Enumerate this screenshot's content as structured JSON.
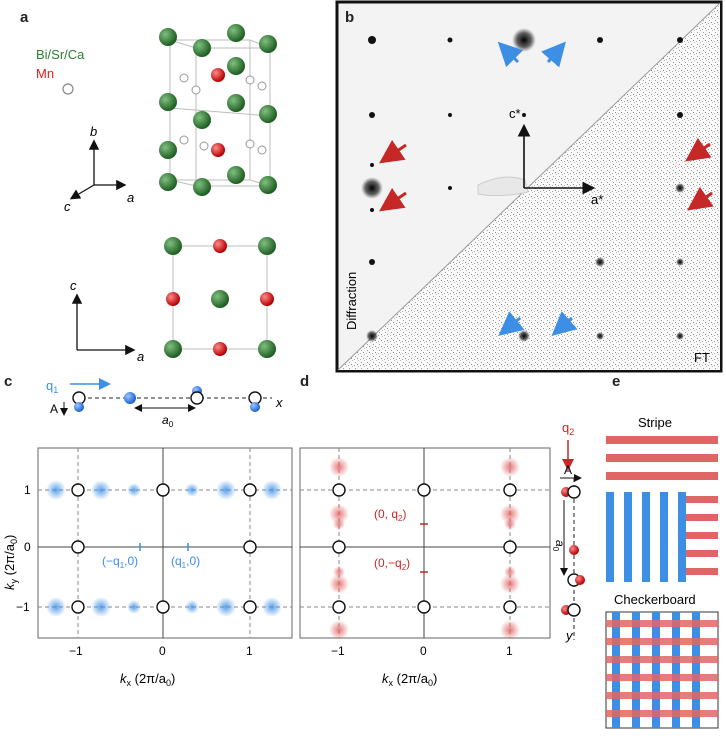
{
  "panels": {
    "a": {
      "label": "a",
      "legend": {
        "green": "Bi/Sr/Ca",
        "red": "Mn"
      },
      "colors": {
        "green": "#2e7d32",
        "red": "#e11d1d",
        "gray": "#9e9e9e"
      },
      "axes_3d": {
        "b": "b",
        "c": "c",
        "a": "a"
      },
      "axes_2d": {
        "c": "c",
        "a": "a"
      }
    },
    "b": {
      "label": "b",
      "axis_c": "c*",
      "axis_a": "a*",
      "diffraction_label": "Diffraction",
      "ft_label": "FT"
    },
    "c": {
      "label": "c",
      "q_label": "q",
      "q_sub": "1",
      "A_label": "A",
      "x_label": "x",
      "a0_label": "a",
      "a0_sub": "0",
      "q1_minus": "(−q",
      "q1_minus_end": ",0)",
      "q1_plus": "(q",
      "q1_plus_end": ",0)",
      "ylabel": "k",
      "ylabel_sub": "y",
      "ylabel_rest": " (2π/a",
      "xlabel": "k",
      "xlabel_sub": "x",
      "xlabel_rest": " (2π/a",
      "yticks": [
        "1",
        "0",
        "−1"
      ],
      "xticks": [
        "−1",
        "0",
        "1"
      ],
      "accent": "#3d8fe6"
    },
    "d": {
      "label": "d",
      "q_label": "q",
      "q_sub": "2",
      "A_label": "A",
      "a0_label": "a",
      "a0_sub": "0",
      "y_label": "y",
      "q2_plus": "(0, q",
      "q2_plus_end": ")",
      "q2_minus": "(0,−q",
      "q2_minus_end": ")",
      "xlabel": "k",
      "xlabel_sub": "x",
      "xlabel_rest": " (2π/a",
      "xticks": [
        "−1",
        "0",
        "1"
      ],
      "accent": "#c62828"
    },
    "e": {
      "label": "e",
      "stripe_title": "Stripe",
      "checker_title": "Checkerboard",
      "blue": "#3d8fe6",
      "red": "#e06666"
    }
  }
}
